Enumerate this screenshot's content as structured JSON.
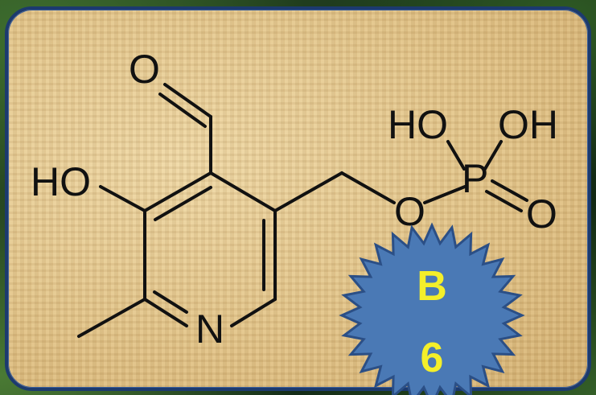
{
  "molecule": {
    "labels": {
      "aldehyde_o": "O",
      "hydroxyl": "HO",
      "nitrogen": "N",
      "ester_o": "O",
      "phosphorus": "P",
      "phosphate_oh_left": "HO",
      "phosphate_oh_right": "OH",
      "phosphate_o": "O"
    }
  },
  "badge": {
    "line1": "B",
    "line2": "6"
  },
  "colors": {
    "panel_border": "#1c3a6e",
    "badge_fill": "#4a79b5",
    "badge_stroke": "#2b4f86",
    "badge_text": "#f4ef2a",
    "bond": "#111111"
  }
}
